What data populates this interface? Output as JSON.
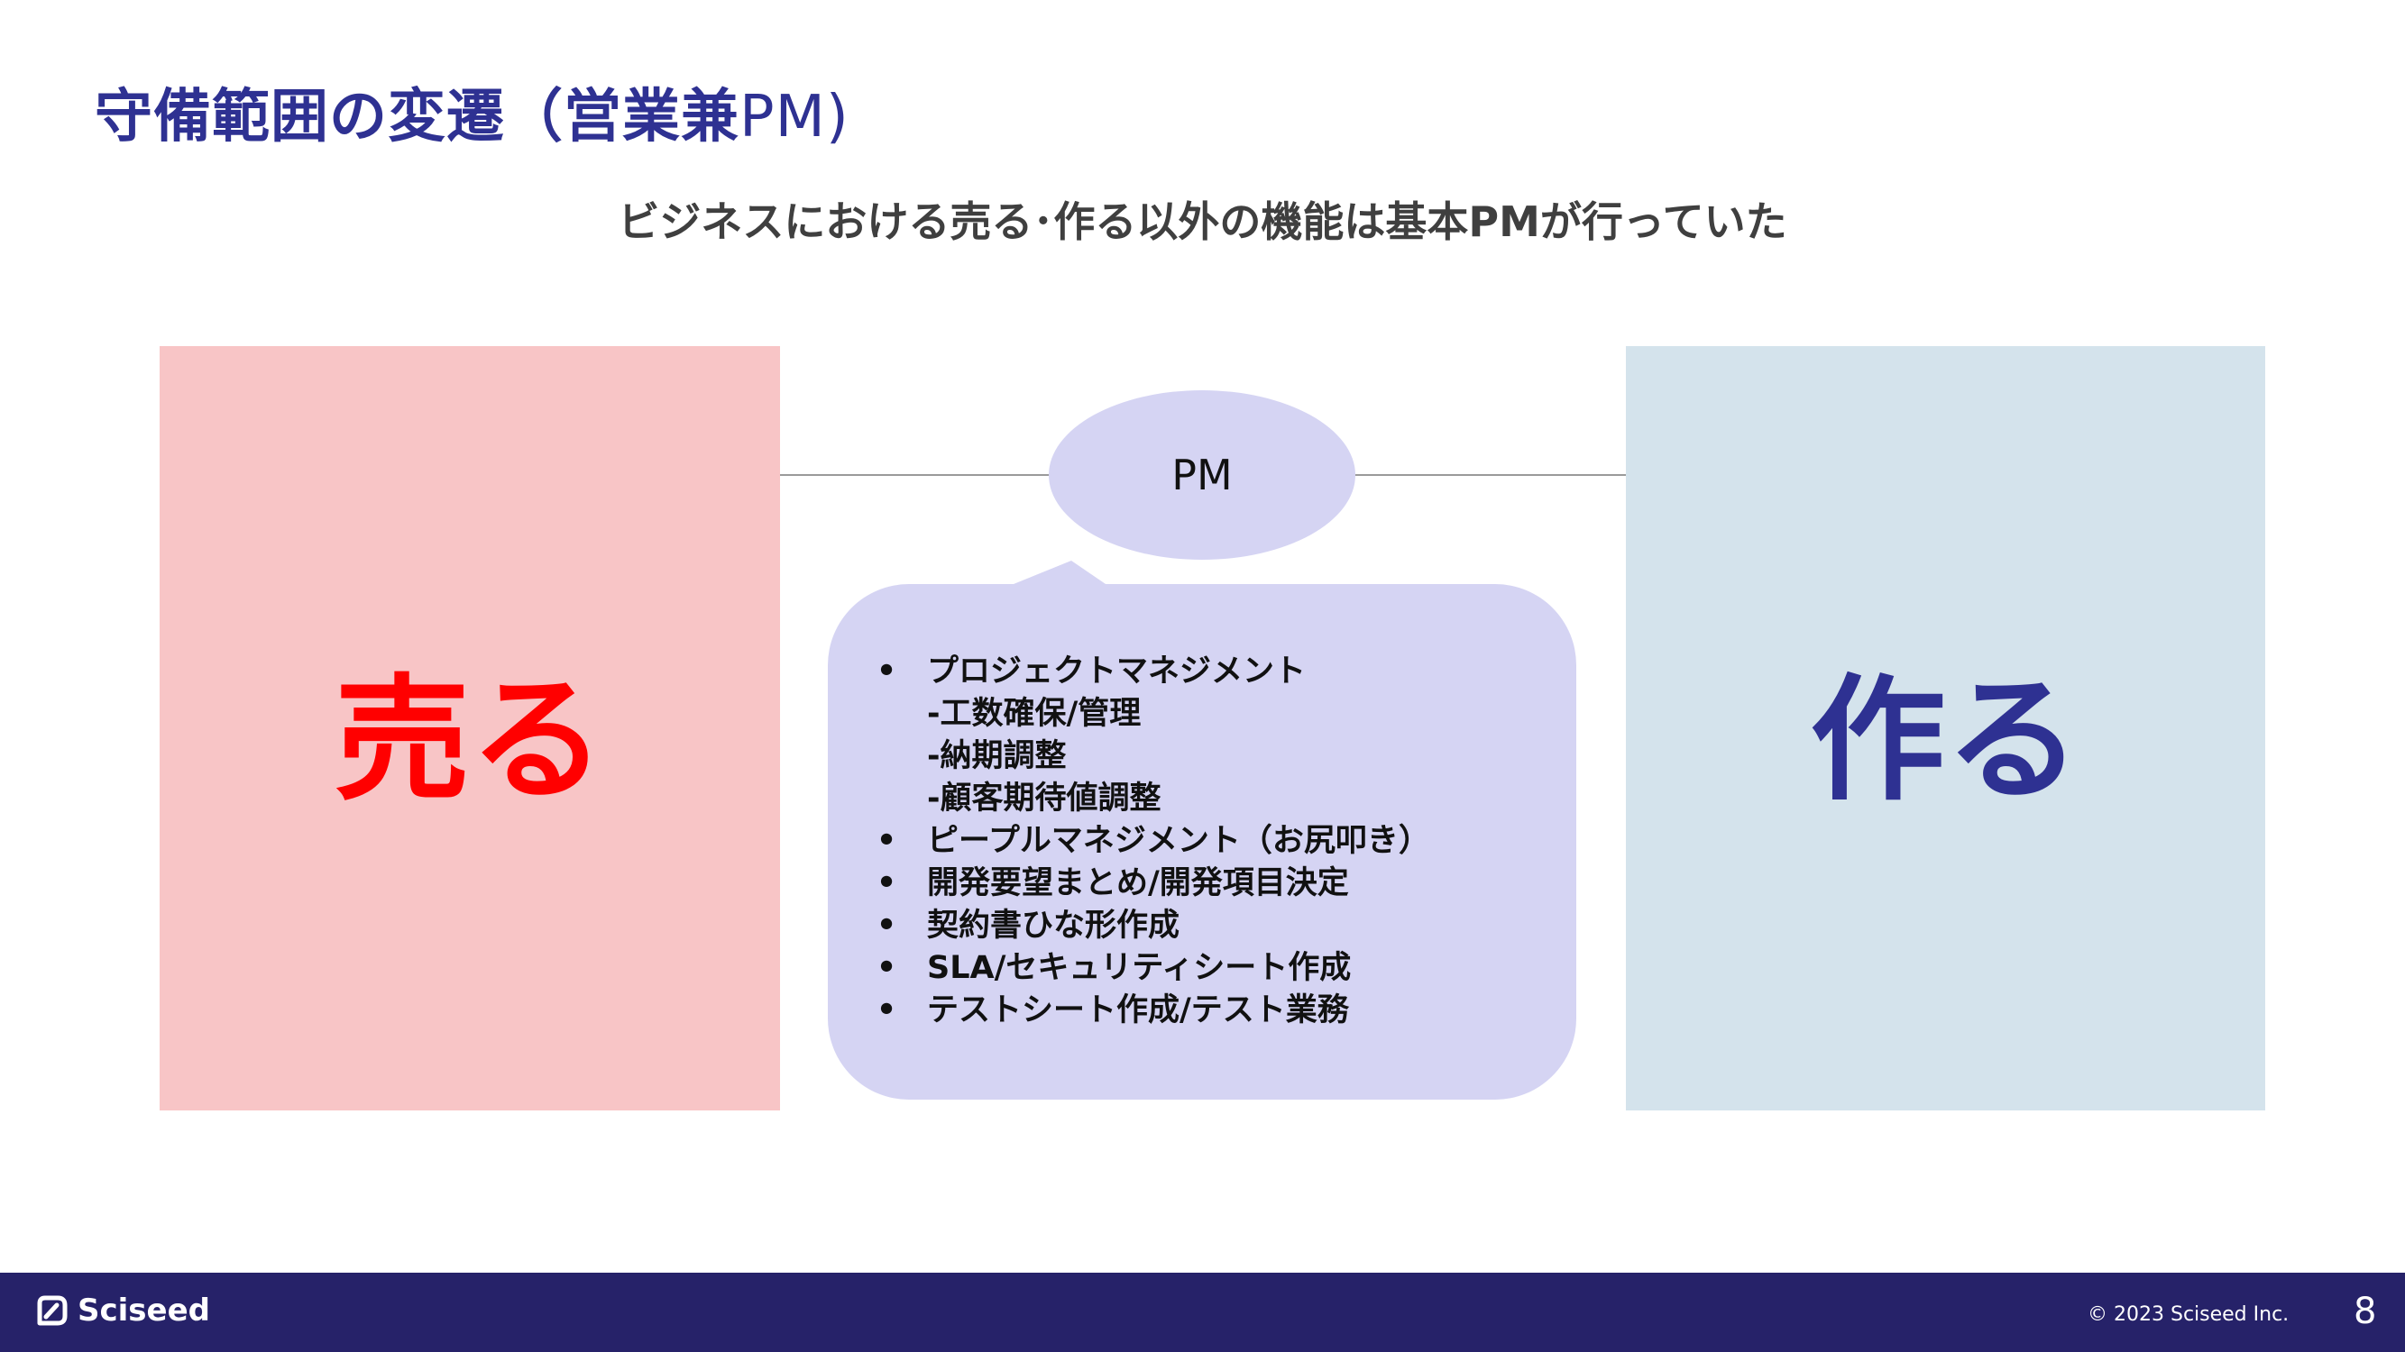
{
  "slide": {
    "title_bold": "守備範囲の変遷（営業兼",
    "title_light": "PM)",
    "subtitle": "ビジネスにおける売る･作る以外の機能は基本PMが行っていた"
  },
  "boxes": {
    "sell_label": "売る",
    "make_label": "作る",
    "pm_label": "PM"
  },
  "colors": {
    "title": "#2e3192",
    "sell_bg": "#f8c5c6",
    "sell_text": "#ff0000",
    "make_bg": "#d4e3ec",
    "make_text": "#2e3192",
    "bubble_bg": "#d5d4f3",
    "footer_bg": "#262269"
  },
  "duties": [
    {
      "bullet": "•",
      "text": "プロジェクトマネジメント"
    },
    {
      "bullet": "",
      "text": "-工数確保/管理"
    },
    {
      "bullet": "",
      "text": "-納期調整"
    },
    {
      "bullet": "",
      "text": "-顧客期待値調整"
    },
    {
      "bullet": "•",
      "text": "ピープルマネジメント（お尻叩き）"
    },
    {
      "bullet": "•",
      "text": "開発要望まとめ/開発項目決定"
    },
    {
      "bullet": "•",
      "text": "契約書ひな形作成"
    },
    {
      "bullet": "•",
      "text": "SLA/セキュリティシート作成"
    },
    {
      "bullet": "•",
      "text": "テストシート作成/テスト業務"
    }
  ],
  "footer": {
    "logo_icon": "sciseed-logo-icon",
    "logo_text": "Sciseed",
    "copyright": "© 2023 Sciseed Inc.",
    "page_number": "8"
  }
}
